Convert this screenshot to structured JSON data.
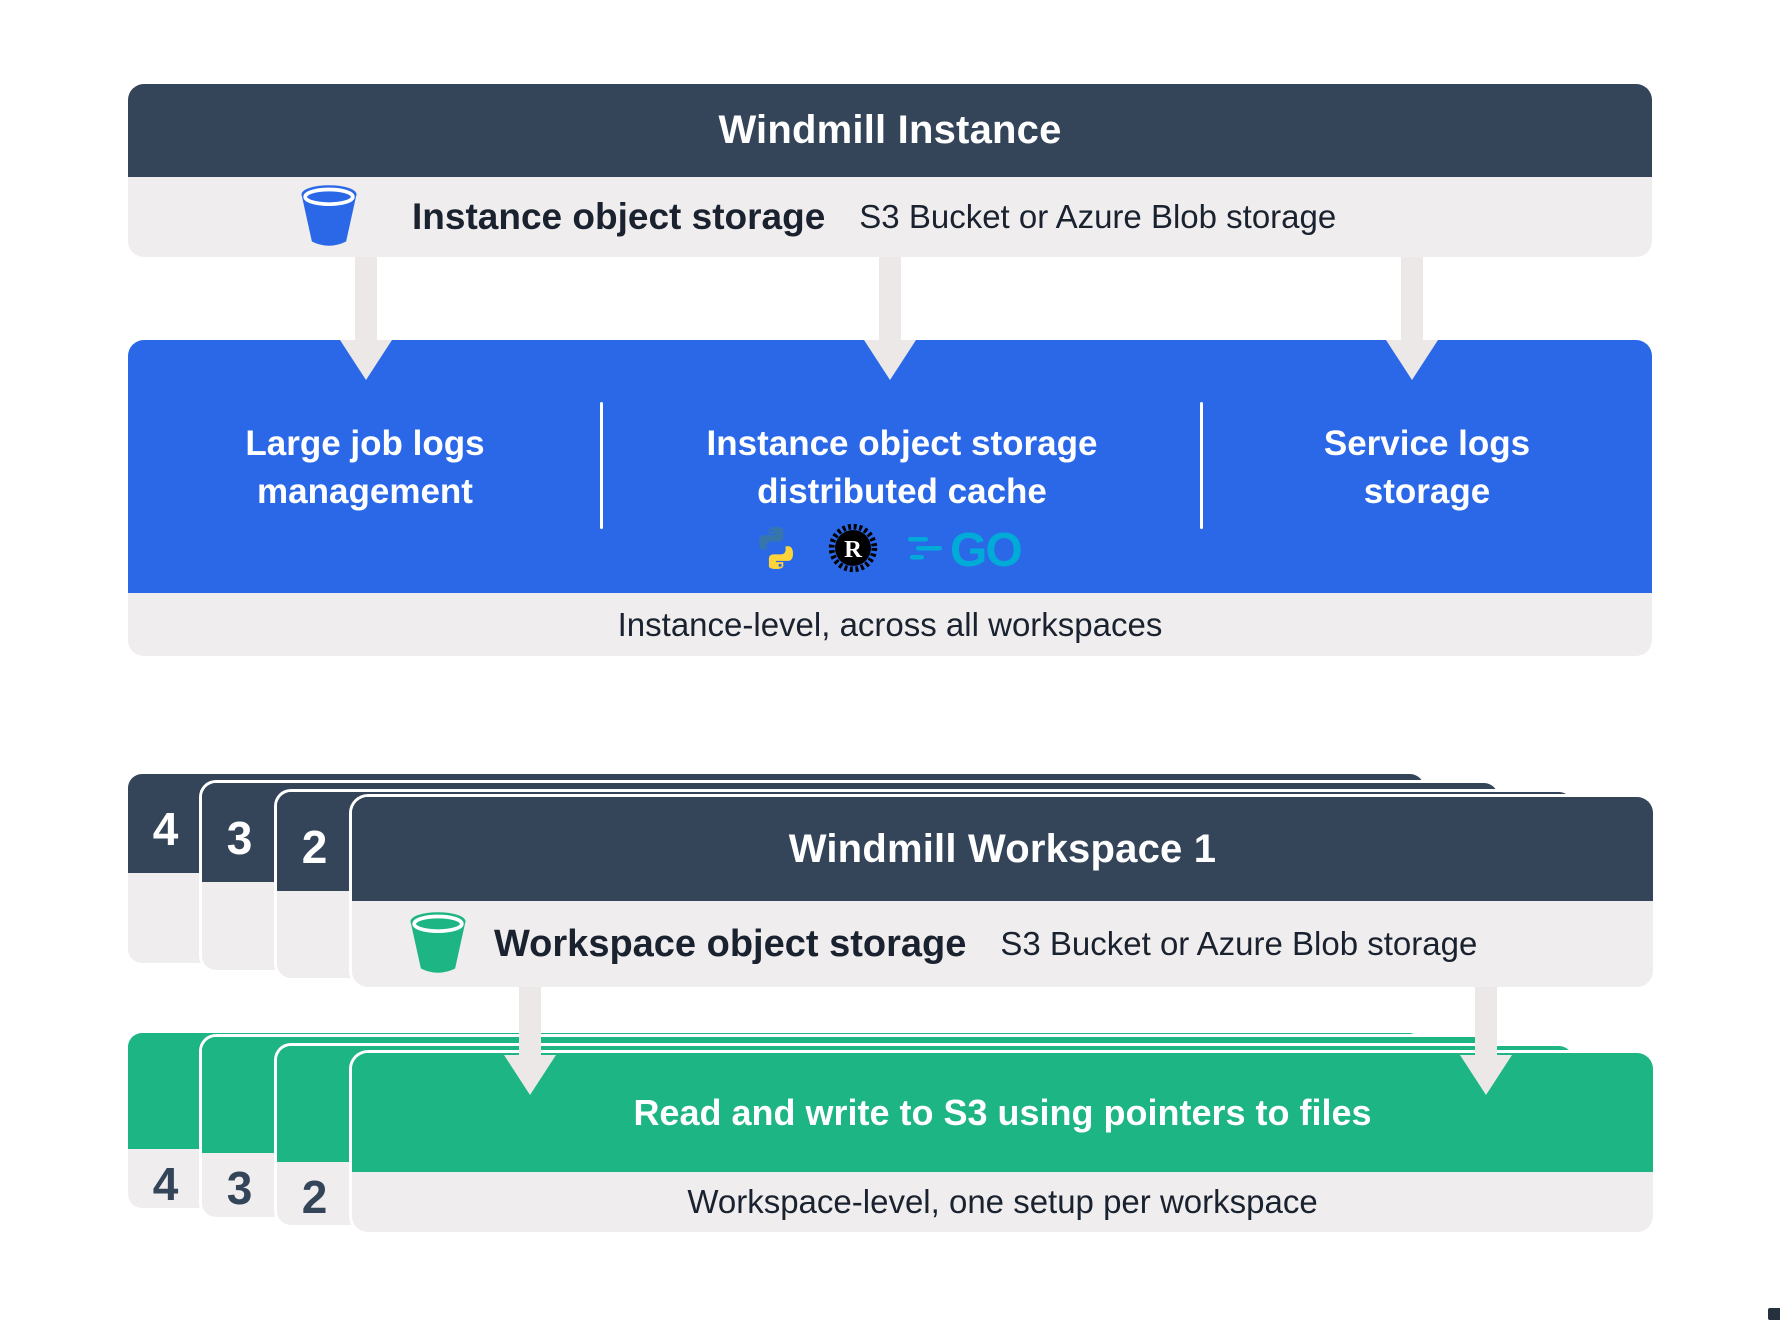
{
  "colors": {
    "navy": "#34455A",
    "blue": "#2B68E8",
    "green": "#1DB583",
    "panel_gray": "#EFEDED",
    "arrow_gray": "#EBE8E7",
    "ink": "#1A2230",
    "python_blue": "#3776AB",
    "python_yellow": "#FFD43B",
    "rust_black": "#000000",
    "go_cyan": "#00ACD7"
  },
  "instance": {
    "title": "Windmill Instance",
    "storage_label": "Instance object storage",
    "storage_sublabel": "S3 Bucket or Azure Blob storage",
    "features": [
      {
        "label": "Large job logs management"
      },
      {
        "label": "Instance object storage distributed cache"
      },
      {
        "label": "Service logs storage"
      }
    ],
    "rust_letter": "R",
    "go_text": "GO",
    "footer": "Instance-level, across all workspaces"
  },
  "workspace": {
    "stack_numbers": [
      "4",
      "3",
      "2"
    ],
    "title": "Windmill Workspace 1",
    "storage_label": "Workspace object storage",
    "storage_sublabel": "S3 Bucket or Azure Blob storage",
    "action_title": "Read and write to S3 using pointers to files",
    "footer": "Workspace-level, one setup per workspace"
  }
}
